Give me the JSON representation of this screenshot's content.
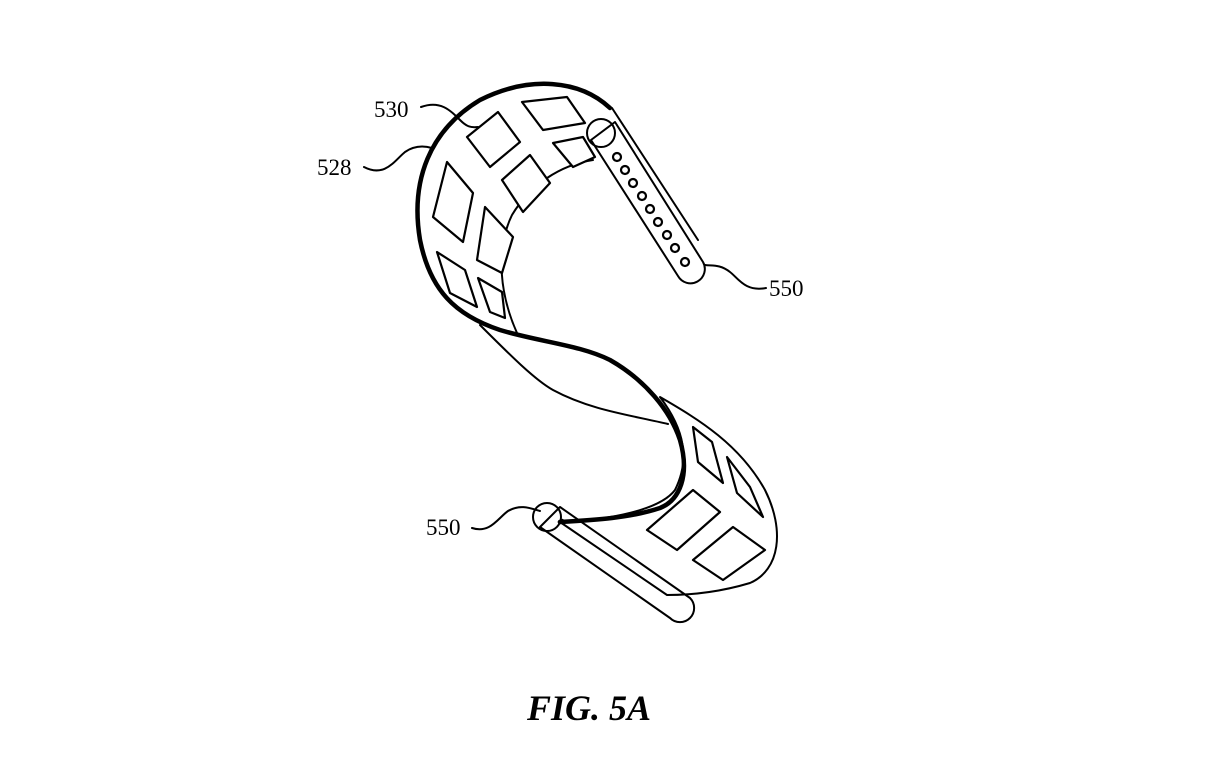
{
  "figure": {
    "caption": "FIG. 5A",
    "labels": {
      "band": "528",
      "windows": "530",
      "pin_top": "550",
      "pin_bottom": "550"
    }
  }
}
